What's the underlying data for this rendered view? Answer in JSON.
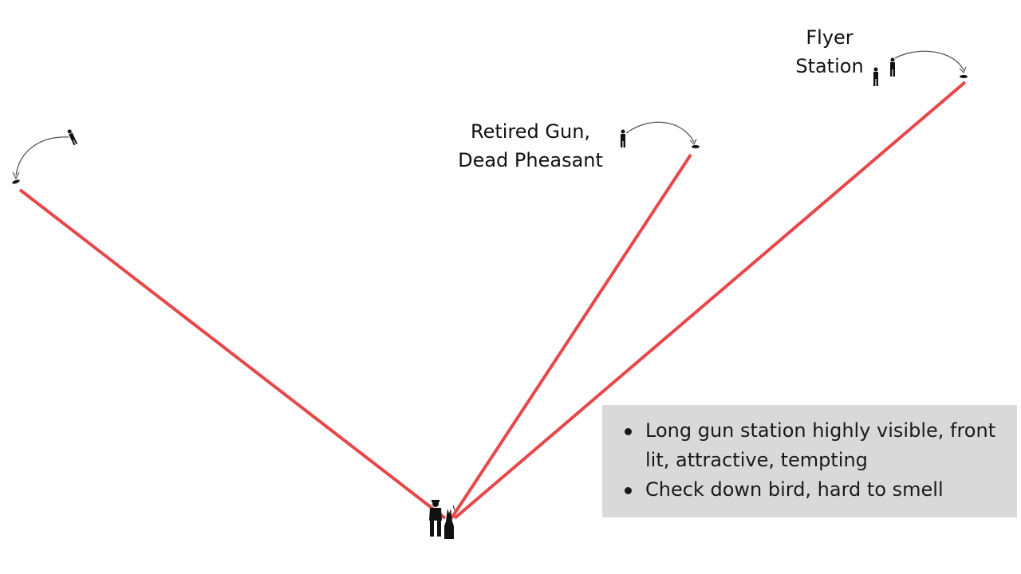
{
  "stations": {
    "retired_label": [
      "Retired Gun,",
      "Dead Pheasant"
    ],
    "flyer_label": [
      "Flyer",
      "Station"
    ]
  },
  "notes": [
    "Long gun station highly visible, front lit, attractive, tempting",
    "Check down bird, hard to smell"
  ],
  "colors": {
    "line": "#e8474a",
    "figure": "#111111",
    "notes_background": "#d9d9d9"
  },
  "icons": [
    "handler-icon",
    "dog-icon",
    "gunner-icon",
    "bird-icon"
  ]
}
